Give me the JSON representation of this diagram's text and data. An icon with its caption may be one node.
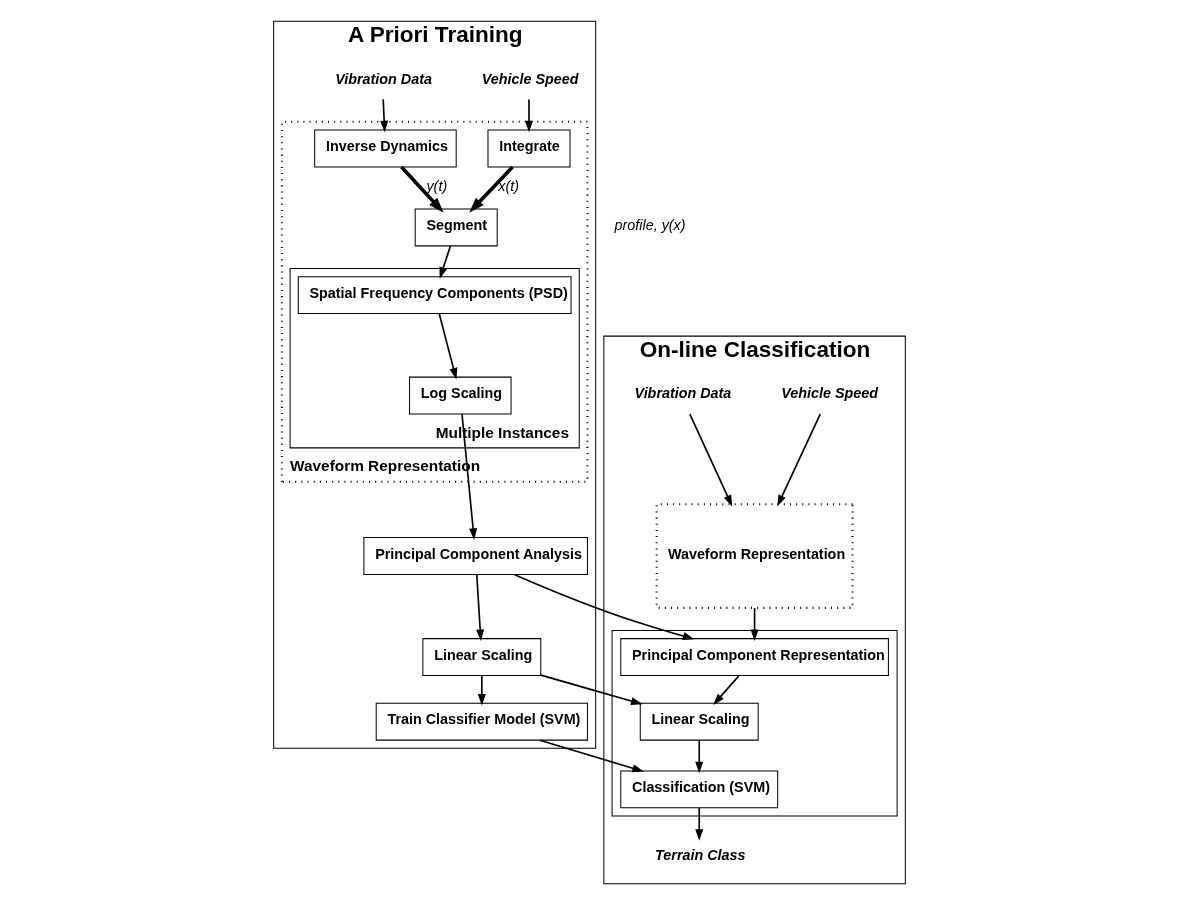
{
  "diagram": {
    "nodes": [
      {
        "text": [
          "A Priori Training"
        ]
      },
      {
        "text": [
          "Vehicle Speed"
        ],
        "in": 0
      },
      {
        "text": [
          "Vibration Data"
        ],
        "in": 0
      },
      {
        "text": [
          "Waveform Representation"
        ],
        "in": 0
      },
      {
        "text": [
          "Integrate"
        ],
        "in": 3
      },
      {
        "text": [
          "Inverse Dynamics"
        ],
        "in": 3
      },
      {
        "text": [
          "Segment"
        ],
        "in": 3
      },
      {
        "text": [
          "Multiple Instances"
        ],
        "in": 3
      },
      {
        "text": [
          "Spatial Frequency Components (PSD)"
        ],
        "in": 7
      },
      {
        "text": [
          "Log Scaling"
        ],
        "in": 7
      },
      {
        "text": [
          "Principal Component Analysis"
        ],
        "in": 0
      },
      {
        "text": [
          "Linear Scaling"
        ],
        "in": 0
      },
      {
        "text": [
          "Train Classifier Model (SVM)"
        ],
        "in": 0
      },
      {
        "text": [
          "On-line Classification"
        ]
      },
      {
        "text": [
          "Vehicle Speed"
        ],
        "in": 13
      },
      {
        "text": [
          "Vibration Data"
        ],
        "in": 13
      },
      {
        "text": [
          "Waveform Representation"
        ],
        "in": 13
      },
      {
        "text": [],
        "shape": "box",
        "in": 13
      },
      {
        "text": [
          "Principal Component Representation"
        ],
        "in": 17
      },
      {
        "text": [
          "Linear Scaling"
        ],
        "in": 17
      },
      {
        "text": [
          "Classification (SVM)"
        ],
        "in": 17
      },
      {
        "text": [
          "Terrain Class"
        ],
        "in": 13
      }
    ],
    "edges": [
      {
        "from": 1,
        "to": 4,
        "arrow": "to"
      },
      {
        "from": 2,
        "to": 5,
        "arrow": "to"
      },
      {
        "from": 4,
        "to": 6,
        "arrow": "to",
        "label": "x(t)",
        "style": "thick"
      },
      {
        "from": 5,
        "to": 6,
        "arrow": "to",
        "label": "y(t)",
        "style": "thick"
      },
      {
        "from": 6,
        "to": 8,
        "arrow": "to"
      },
      {
        "from": 8,
        "to": 9,
        "arrow": "to"
      },
      {
        "from": 9,
        "to": 10,
        "arrow": "to"
      },
      {
        "from": 10,
        "to": 11,
        "arrow": "to"
      },
      {
        "from": 11,
        "to": 12,
        "arrow": "to"
      },
      {
        "from": 10,
        "to": 18,
        "arrow": "to"
      },
      {
        "from": 11,
        "to": 19,
        "arrow": "to"
      },
      {
        "from": 12,
        "to": 20,
        "arrow": "to"
      },
      {
        "from": 14,
        "to": 16,
        "arrow": "to"
      },
      {
        "from": 15,
        "to": 16,
        "arrow": "to"
      },
      {
        "from": 16,
        "to": 18,
        "arrow": "to"
      },
      {
        "from": 18,
        "to": 19,
        "arrow": "to"
      },
      {
        "from": 19,
        "to": 20,
        "arrow": "to"
      },
      {
        "from": 20,
        "to": 21,
        "arrow": "to"
      }
    ],
    "labels": [
      "profile, y(x)"
    ]
  }
}
